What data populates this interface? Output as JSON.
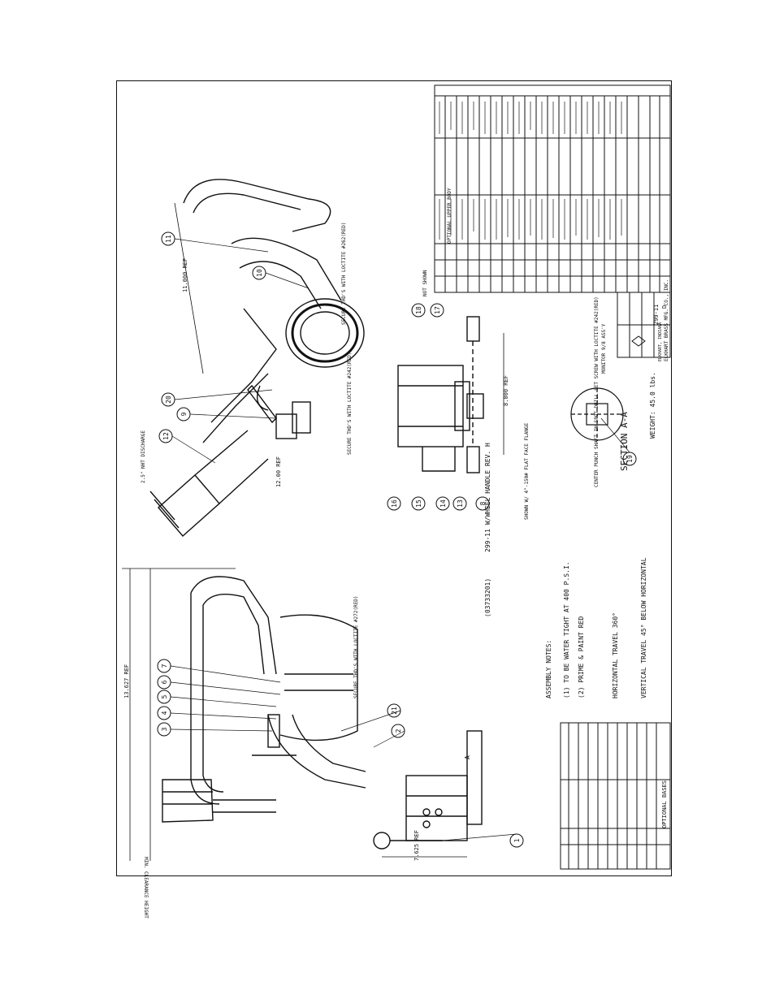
{
  "title_block": {
    "drawing_number": "(03733201)",
    "drawing_title": "299-11 W/WHEEL HANDLE REV. H",
    "company": "ELKHART BRASS MFG. CO., INC.",
    "city": "ELKHART, INDIANA",
    "part_label": "299-11",
    "rev": "D"
  },
  "weight": "WEIGHT: 45.0 lbs.",
  "section_label": "SECTION A-A",
  "notes": {
    "heading": "ASSEMBLY NOTES:",
    "note1": "(1) TO BE WATER TIGHT AT 400 P.S.I.",
    "note2": "(2) PRIME & PAINT RED",
    "horizontal_travel": "HORIZONTAL TRAVEL 360°",
    "vertical_travel": "VERTICAL TRAVEL 45° BELOW HORIZONTAL"
  },
  "optional_bases_title": "OPTIONAL BASES",
  "optional_upper_body": "OPTIONAL UPPER BODY",
  "monitor_base": "MONITOR 9/8 ASS'Y",
  "callouts": {
    "discharge": "2.5\" NHT DISCHARGE",
    "loctite_272": "SECURE THD'S WITH LOCTITE #272(RED)",
    "loctite_262": "SECURE THD'S WITH LOCTITE #262(RED)",
    "loctite_242": "SECURE THD'S WITH LOCTITE #242(RED)",
    "flange": "SHOWN W/ 4\"-150# FLAT FACE FLANGE",
    "set_screw": "CENTER PUNCH SHAFT IN SPOT DRILL SET SCREW WITH LOCTITE #242(RED)",
    "not_shown": "NOT SHOWN"
  },
  "dimensions": {
    "d1": "13.627 REF",
    "d2": "11.000 REF",
    "d3": "12.00 REF",
    "d4": "8.000 REF",
    "d5": "7.625 REF",
    "d6": "MIN. CLEARANCE HEIGHT",
    "section_a": "A"
  },
  "balloons": [
    "1",
    "2",
    "3",
    "4",
    "5",
    "6",
    "7",
    "8",
    "9",
    "10",
    "11",
    "12",
    "13",
    "14",
    "15",
    "16",
    "17",
    "18",
    "19",
    "20",
    "21"
  ]
}
